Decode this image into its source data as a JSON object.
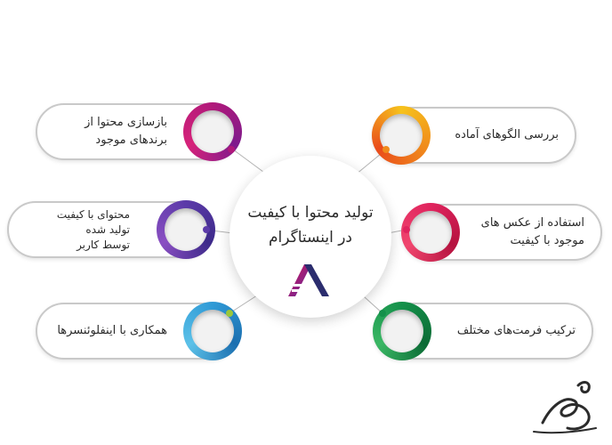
{
  "center": {
    "title_line1": "تولید محتوا با کیفیت",
    "title_line2": "در اینستاگرام",
    "logo": "brand-logo-icon"
  },
  "items": {
    "top_right": {
      "line1": "بررسی الگوهای آماده",
      "color": "#f08a1c"
    },
    "mid_right": {
      "line1": "استفاده از عکس های",
      "line2": "موجود با کیفیت",
      "color": "#e0245e"
    },
    "bot_right": {
      "line1": "ترکیب فرمت‌های مختلف",
      "color": "#14904a"
    },
    "top_left": {
      "line1": "بازسازی محتوا از",
      "line2": "برندهای موجود",
      "color": "#b0197a"
    },
    "mid_left": {
      "line1": "محتوای با کیفیت",
      "line2": "تولید شده",
      "line3": "توسط کاربر",
      "color": "#5b3aa8"
    },
    "bot_left": {
      "line1": "همکاری با اینفلوئنسرها",
      "color": "#2f9ad6"
    }
  },
  "watermark": {
    "icon": "signature-watermark-icon"
  }
}
